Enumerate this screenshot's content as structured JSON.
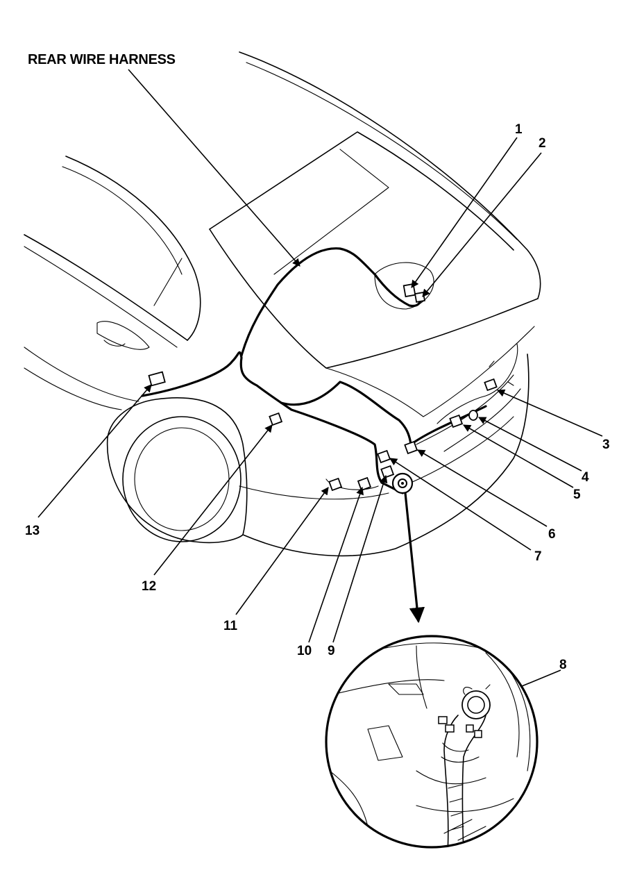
{
  "diagram": {
    "title": "REAR WIRE HARNESS",
    "callouts": [
      {
        "id": "c1",
        "label": "1"
      },
      {
        "id": "c2",
        "label": "2"
      },
      {
        "id": "c3",
        "label": "3"
      },
      {
        "id": "c4",
        "label": "4"
      },
      {
        "id": "c5",
        "label": "5"
      },
      {
        "id": "c6",
        "label": "6"
      },
      {
        "id": "c7",
        "label": "7"
      },
      {
        "id": "c8",
        "label": "8"
      },
      {
        "id": "c9",
        "label": "9"
      },
      {
        "id": "c10",
        "label": "10"
      },
      {
        "id": "c11",
        "label": "11"
      },
      {
        "id": "c12",
        "label": "12"
      },
      {
        "id": "c13",
        "label": "13"
      }
    ]
  }
}
